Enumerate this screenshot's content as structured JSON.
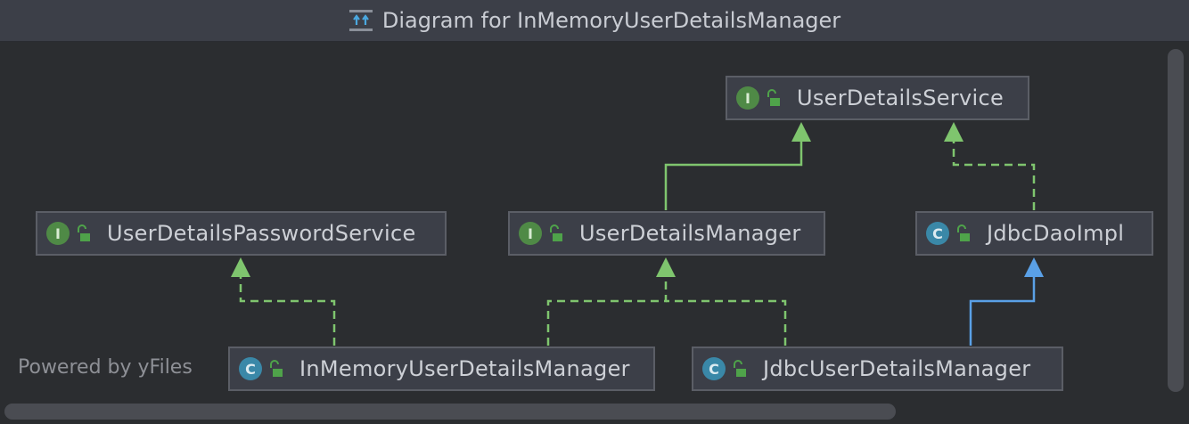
{
  "window": {
    "title": "Diagram for InMemoryUserDetailsManager",
    "title_icon": "hierarchy-diagram-icon"
  },
  "diagram": {
    "nodes": [
      {
        "id": "UserDetailsService",
        "kind": "interface",
        "badge": "I",
        "label": "UserDetailsService"
      },
      {
        "id": "UserDetailsPasswordService",
        "kind": "interface",
        "badge": "I",
        "label": "UserDetailsPasswordService"
      },
      {
        "id": "UserDetailsManager",
        "kind": "interface",
        "badge": "I",
        "label": "UserDetailsManager"
      },
      {
        "id": "JdbcDaoImpl",
        "kind": "class",
        "badge": "C",
        "label": "JdbcDaoImpl"
      },
      {
        "id": "InMemoryUserDetailsManager",
        "kind": "class",
        "badge": "C",
        "label": "InMemoryUserDetailsManager"
      },
      {
        "id": "JdbcUserDetailsManager",
        "kind": "class",
        "badge": "C",
        "label": "JdbcUserDetailsManager"
      }
    ],
    "edges": [
      {
        "from": "UserDetailsManager",
        "to": "UserDetailsService",
        "style": "solid",
        "relation": "extends"
      },
      {
        "from": "JdbcDaoImpl",
        "to": "UserDetailsService",
        "style": "dashed",
        "relation": "implements"
      },
      {
        "from": "InMemoryUserDetailsManager",
        "to": "UserDetailsPasswordService",
        "style": "dashed",
        "relation": "implements"
      },
      {
        "from": "InMemoryUserDetailsManager",
        "to": "UserDetailsManager",
        "style": "dashed",
        "relation": "implements"
      },
      {
        "from": "JdbcUserDetailsManager",
        "to": "UserDetailsManager",
        "style": "dashed",
        "relation": "implements"
      },
      {
        "from": "JdbcUserDetailsManager",
        "to": "JdbcDaoImpl",
        "style": "solid",
        "relation": "extends"
      }
    ],
    "watermark": "Powered by yFiles"
  },
  "colors": {
    "interface_badge": "#4f8a46",
    "class_badge": "#3a88a8",
    "edge_green": "#7fc56e",
    "edge_blue": "#5aa0e6",
    "lock": "#4fa34a"
  },
  "icons": {
    "visibility": "unlocked-padlock-icon"
  }
}
